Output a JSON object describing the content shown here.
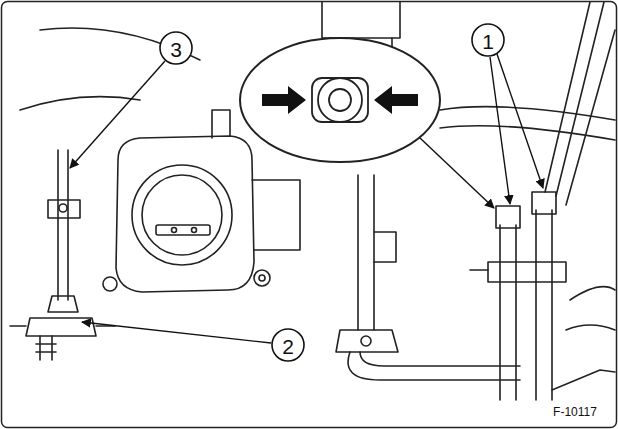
{
  "diagram": {
    "labels": [
      "1",
      "3",
      "2",
      "F-10117"
    ]
  }
}
